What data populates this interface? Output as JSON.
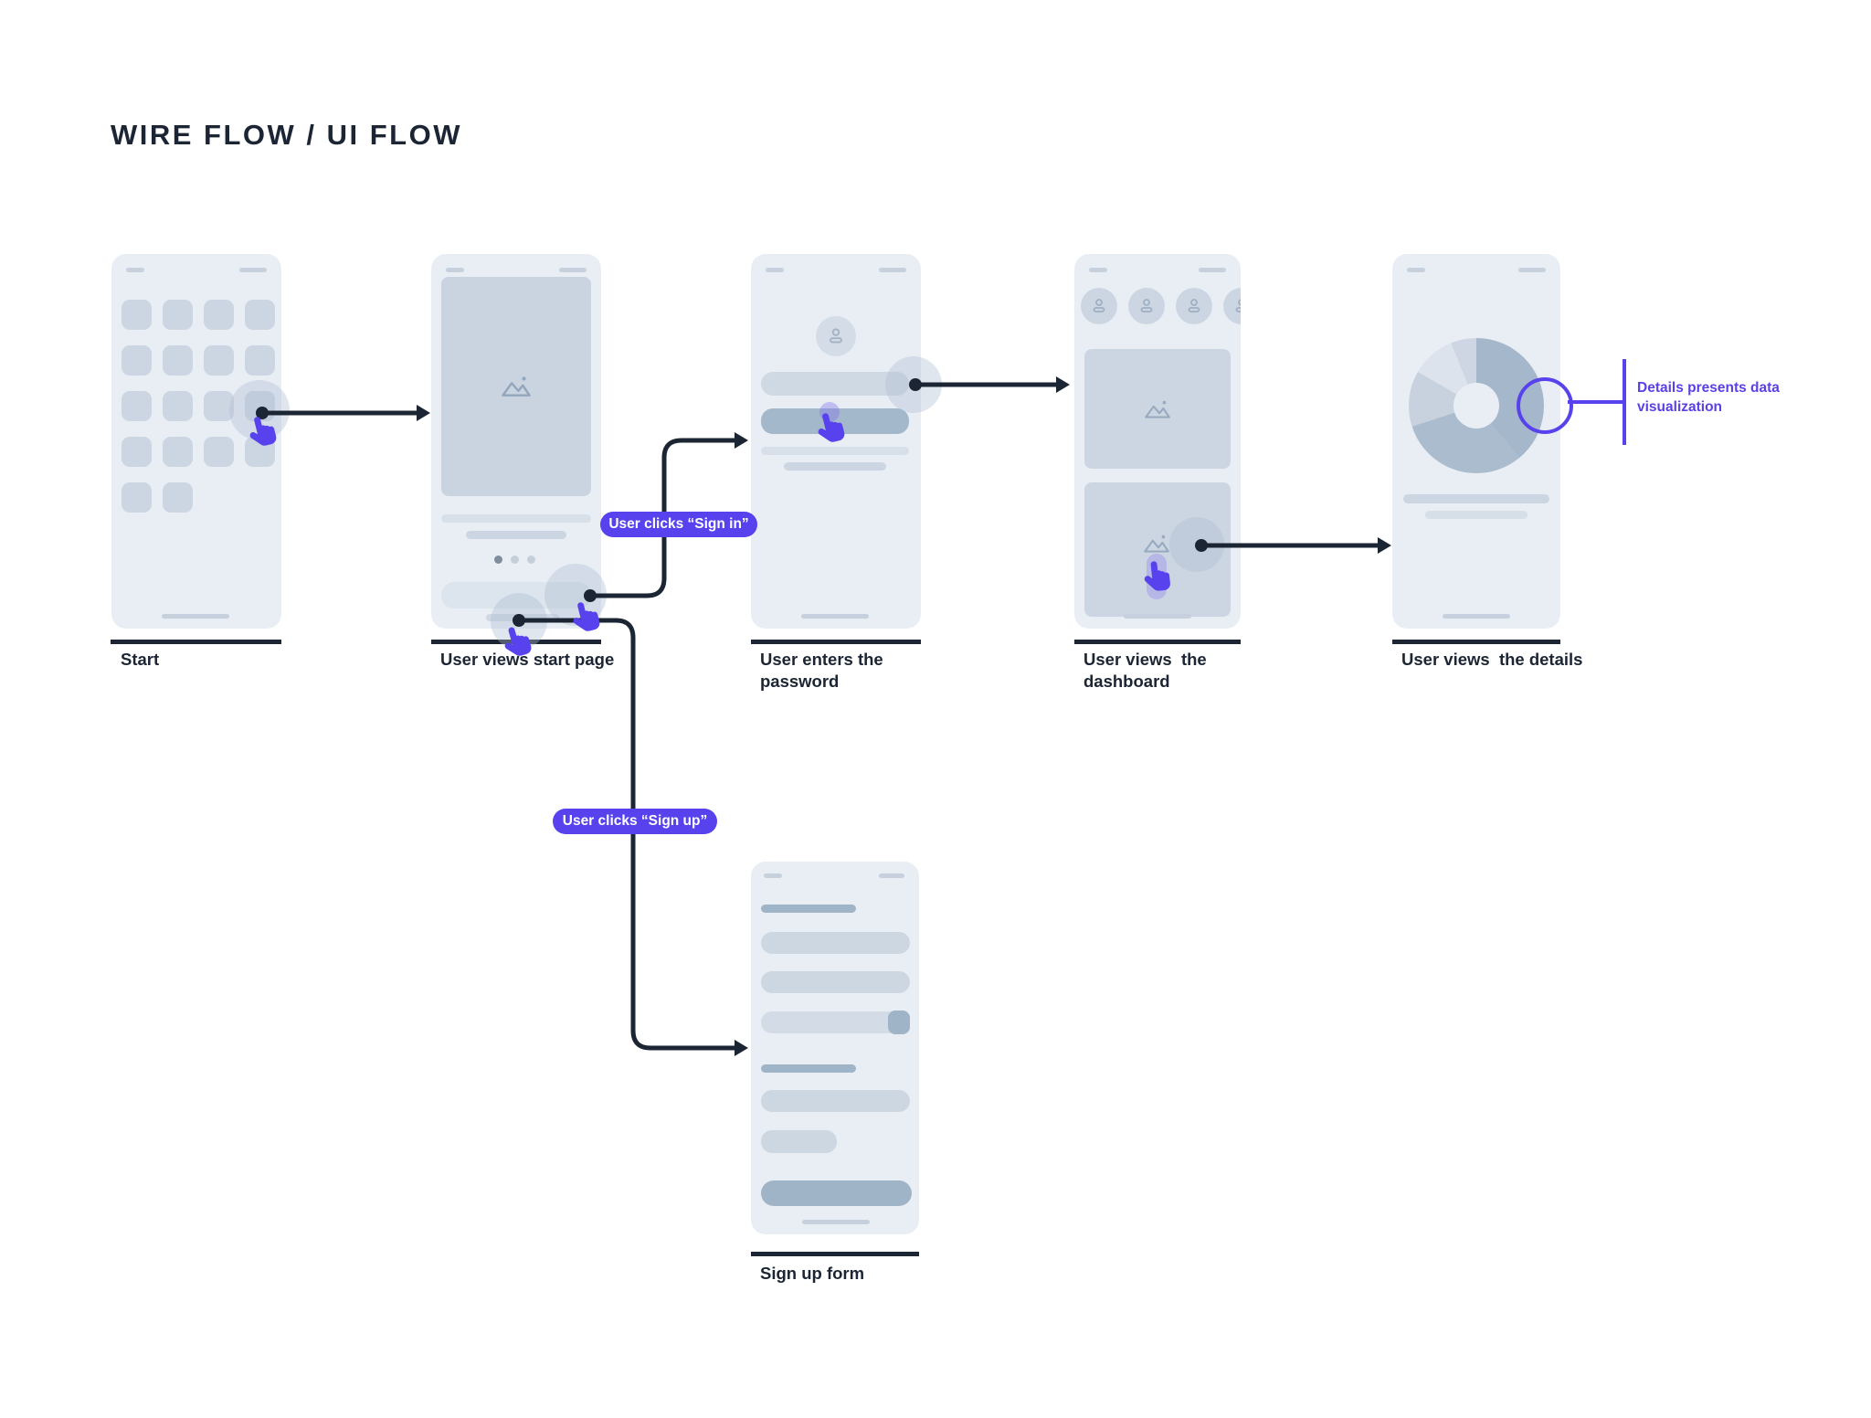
{
  "title": "WIRE FLOW / UI FLOW",
  "colors": {
    "accent_purple": "#5742ee",
    "ink_navy": "#1b2533",
    "phone_background": "#e9eef5",
    "placeholder_light": "#ccd6e2",
    "placeholder_dark": "#a4b8cb"
  },
  "screens": {
    "start": {
      "caption": "Start"
    },
    "start_page": {
      "caption": "User views start page"
    },
    "password": {
      "caption": "User enters the\npassword"
    },
    "dashboard": {
      "caption": "User views  the\ndashboard"
    },
    "details": {
      "caption": "User views  the details"
    },
    "signup": {
      "caption": "Sign up form"
    }
  },
  "flow_labels": {
    "sign_in": "User clicks “Sign in”",
    "sign_up": "User clicks “Sign up”"
  },
  "annotation": {
    "text": "Details presents data\nvisualization"
  }
}
